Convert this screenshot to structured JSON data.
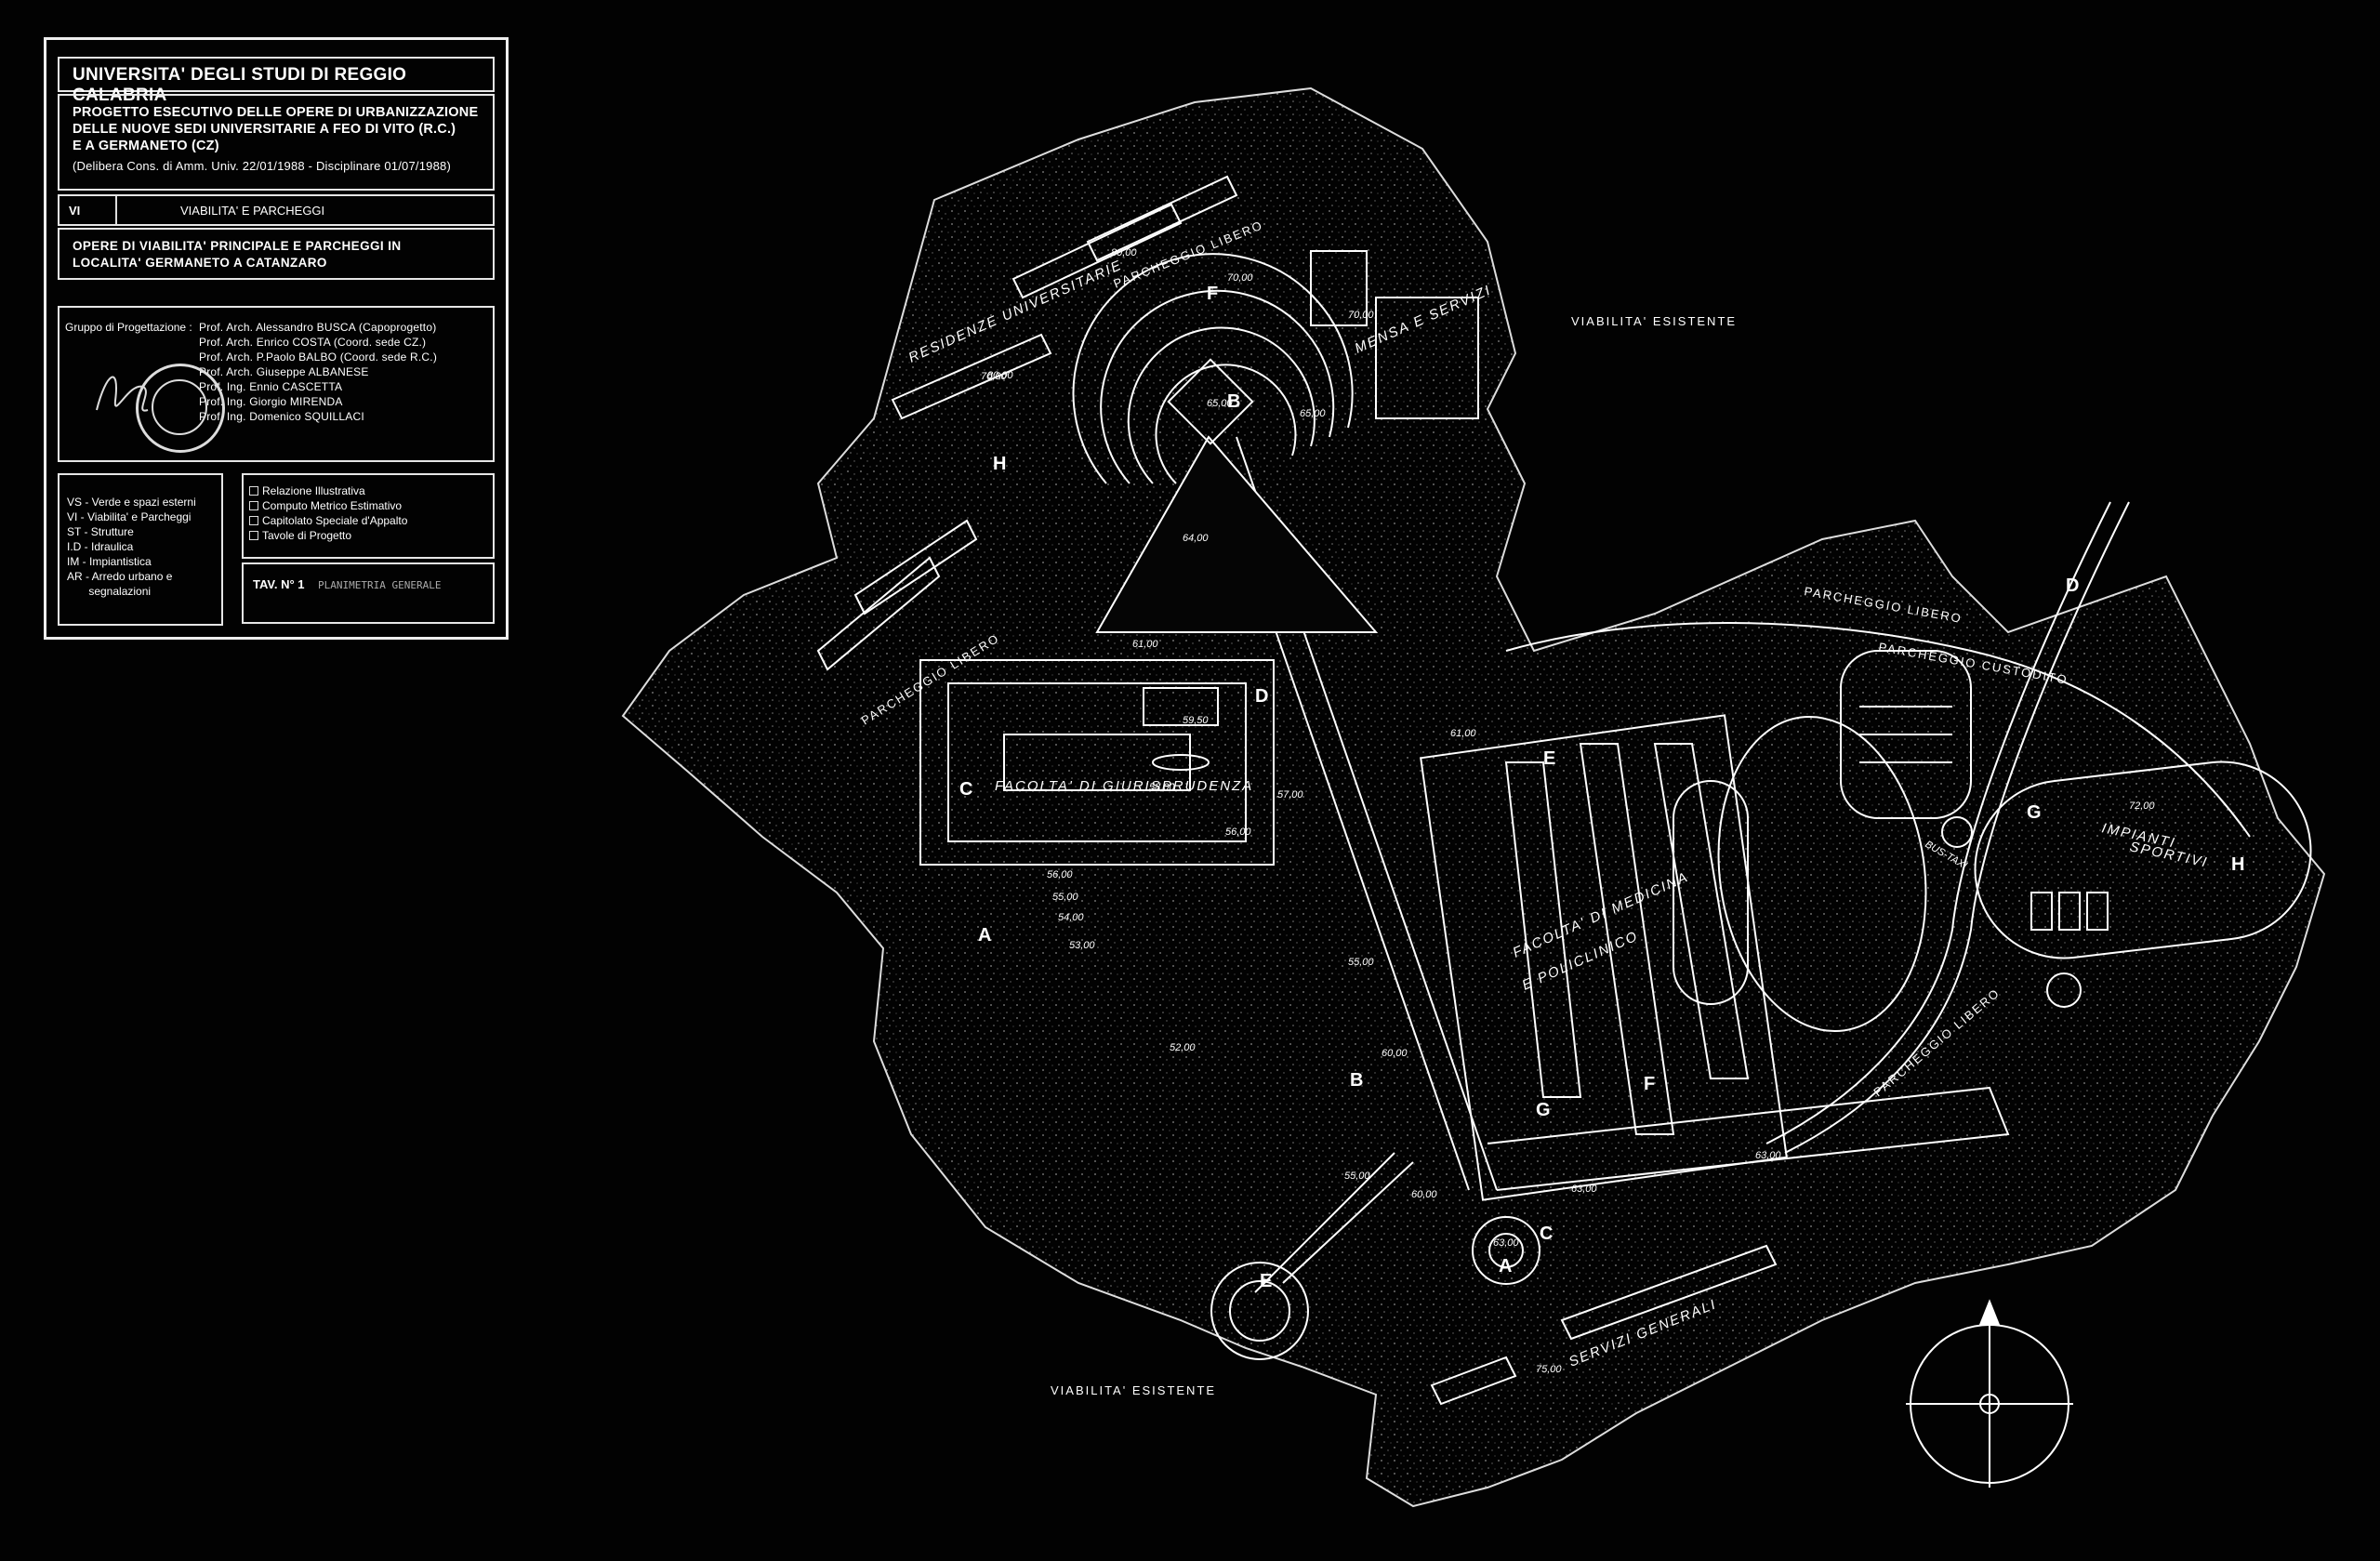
{
  "title_block": {
    "university": "UNIVERSITA' DEGLI STUDI DI REGGIO CALABRIA",
    "project_lines": [
      "PROGETTO ESECUTIVO DELLE OPERE DI URBANIZZAZIONE",
      "DELLE NUOVE SEDI UNIVERSITARIE  A FEO DI VITO  (R.C.)",
      "E A GERMANETO (CZ)"
    ],
    "deliberation": "(Delibera Cons. di Amm. Univ. 22/01/1988  -  Disciplinare  01/07/1988)",
    "section_code": "VI",
    "section_title": "VIABILITA' E PARCHEGGI",
    "description_lines": [
      "OPERE DI VIABILITA' PRINCIPALE E PARCHEGGI IN",
      "LOCALITA' GERMANETO A CATANZARO"
    ],
    "group_label": "Gruppo di Progettazione :",
    "members": [
      "Prof. Arch. Alessandro BUSCA (Capoprogetto)",
      "Prof. Arch. Enrico COSTA (Coord. sede CZ.)",
      "Prof. Arch. P.Paolo BALBO (Coord. sede R.C.)",
      "Prof. Arch. Giuseppe ALBANESE",
      "Prof. Ing. Ennio CASCETTA",
      "Prof. Ing. Giorgio MIRENDA",
      "Prof. Ing. Domenico SQUILLACI"
    ],
    "legend": [
      "VS - Verde e spazi esterni",
      "VI - Viabilita' e Parcheggi",
      "ST - Strutture",
      "I.D - Idraulica",
      "IM - Impiantistica",
      "AR - Arredo urbano e",
      "       segnalazioni"
    ],
    "documents": [
      "Relazione Illustrativa",
      "Computo Metrico Estimativo",
      "Capitolato Speciale d'Appalto",
      "Tavole di Progetto"
    ],
    "tav_label": "TAV. N° 1",
    "tav_value": "PLANIMETRIA GENERALE"
  },
  "map": {
    "road_labels": {
      "viabilita_top": "VIABILITA' ESISTENTE",
      "viabilita_bottom": "VIABILITA' ESISTENTE",
      "parcheggio_libero_nw": "PARCHEGGIO LIBERO",
      "parcheggio_libero_n": "PARCHEGGIO LIBERO",
      "parcheggio_libero_e": "PARCHEGGIO LIBERO",
      "parcheggio_libero_se": "PARCHEGGIO LIBERO",
      "parcheggio_custodito": "PARCHEGGIO CUSTODITO"
    },
    "area_labels": {
      "residenze": "RESIDENZE UNIVERSITARIE",
      "mensa": "MENSA E SERVIZI",
      "giurisprudenza": "FACOLTA' DI GIURISPRUDENZA",
      "medicina_1": "FACOLTA' DI MEDICINA",
      "medicina_2": "E POLICLINICO",
      "impianti_1": "IMPIANTI",
      "impianti_2": "SPORTIVI",
      "servizi": "SERVIZI GENERALI",
      "bus": "BUS-TAXI"
    },
    "letters": {
      "A1": "A",
      "A2": "A",
      "B1": "B",
      "B2": "B",
      "C1": "C",
      "C2": "C",
      "D1": "D",
      "D2": "D",
      "E1": "E",
      "E2": "E",
      "F1": "F",
      "F2": "F",
      "G1": "G",
      "G2": "G",
      "H1": "H",
      "H2": "H"
    },
    "elevations": {
      "e1": "80,00",
      "e2": "70,00",
      "e3": "70,00",
      "e4": "65,00",
      "e5": "65,00",
      "e6": "64,00",
      "e7": "61,00",
      "e8": "59,50",
      "e9": "58,00",
      "e10": "57,00",
      "e11": "56,00",
      "e12": "56,00",
      "e13": "55,00",
      "e14": "55,00",
      "e15": "54,00",
      "e16": "53,00",
      "e17": "52,00",
      "e18": "55,00",
      "e19": "63,00",
      "e20": "63,00",
      "e21": "63,00",
      "e22": "60,00",
      "e23": "72,00",
      "e24": "75,00",
      "e25": "80,00",
      "e26": "61,00",
      "e27": "70,00",
      "e28": "60,00"
    }
  }
}
